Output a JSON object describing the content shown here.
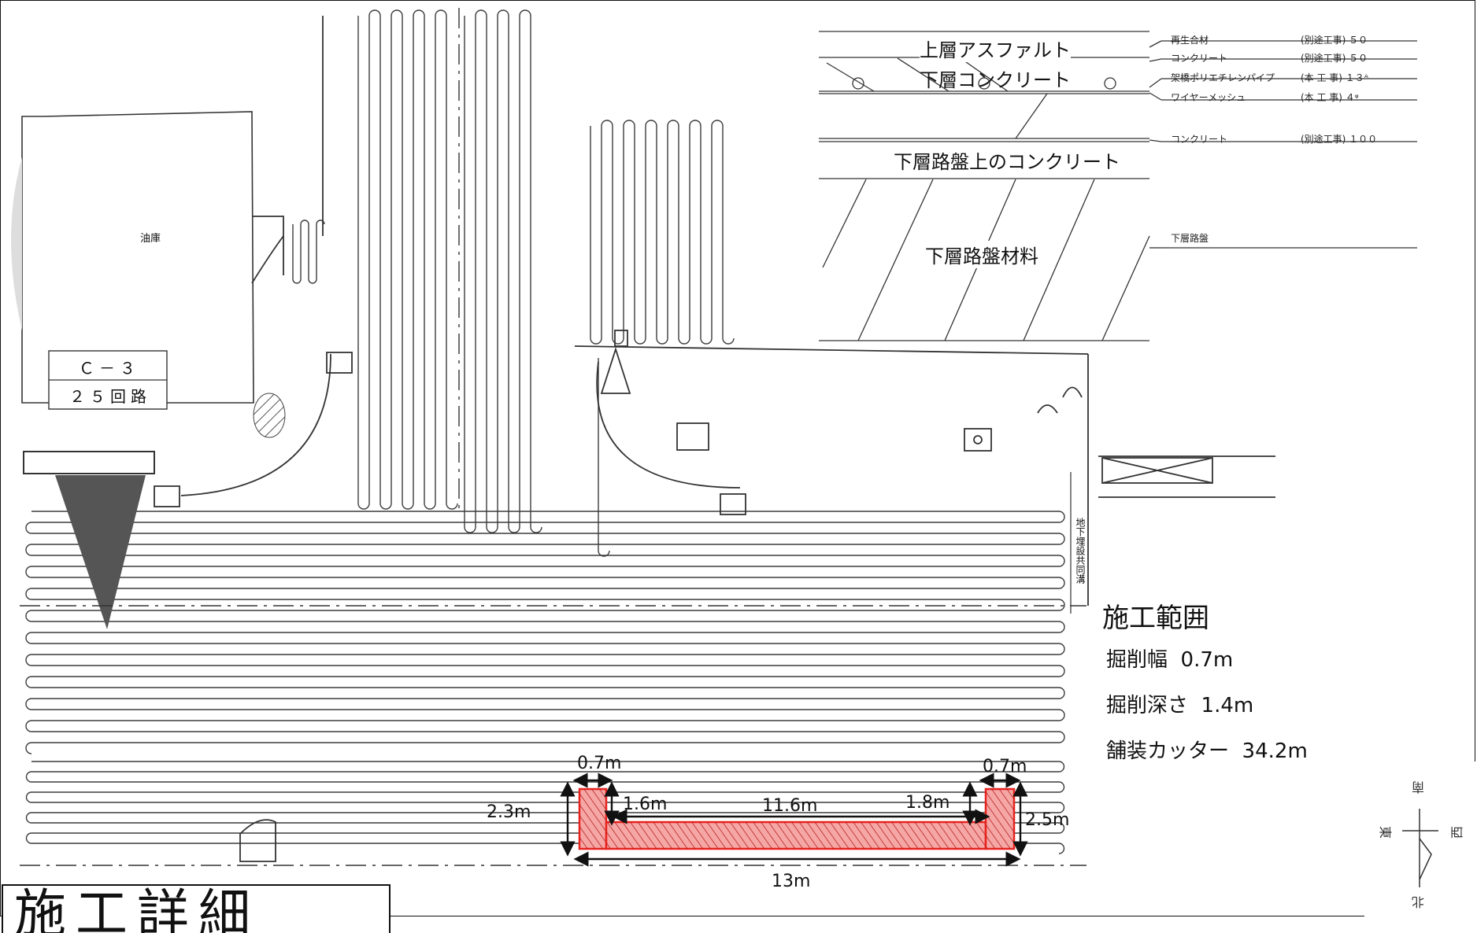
{
  "cross_section": {
    "layers": [
      "上層アスファルト",
      "下層コンクリート",
      "下層路盤上のコンクリート",
      "下層路盤材料"
    ],
    "notes": [
      {
        "name": "再生合材",
        "spec": "(別途工事) ５０"
      },
      {
        "name": "コンクリート",
        "spec": "(別途工事) ５０"
      },
      {
        "name": "架橋ポリエチレンパイプ",
        "spec": "(本 工 事) １３ᴬ"
      },
      {
        "name": "ワイヤーメッシュ",
        "spec": "(本 工 事) ４ᵠ"
      },
      {
        "name": "コンクリート",
        "spec": "(別途工事) １００"
      },
      {
        "name": "下層路盤",
        "spec": ""
      }
    ]
  },
  "plan": {
    "building_label": "油庫",
    "circuit_code": "Ｃ－３",
    "circuit_count": "２５回路",
    "vertical_label": "地下埋設共同溝"
  },
  "dimensions": {
    "left_width": "0.7m",
    "left_height": "2.3m",
    "left_inner": "1.6m",
    "span": "11.6m",
    "right_inner": "1.8m",
    "right_width": "0.7m",
    "right_height": "2.5m",
    "total_length": "13m"
  },
  "scope": {
    "title": "施工範囲",
    "rows": [
      {
        "label": "掘削幅",
        "value": "0.7m"
      },
      {
        "label": "掘削深さ",
        "value": "1.4m"
      },
      {
        "label": "舗装カッター",
        "value": "34.2m"
      }
    ]
  },
  "compass": {
    "north": "北",
    "south": "南",
    "east": "東",
    "west": "西"
  },
  "title_box": "施工詳細",
  "colors": {
    "excavation": "#e8231f",
    "line": "#3a3a3a"
  }
}
